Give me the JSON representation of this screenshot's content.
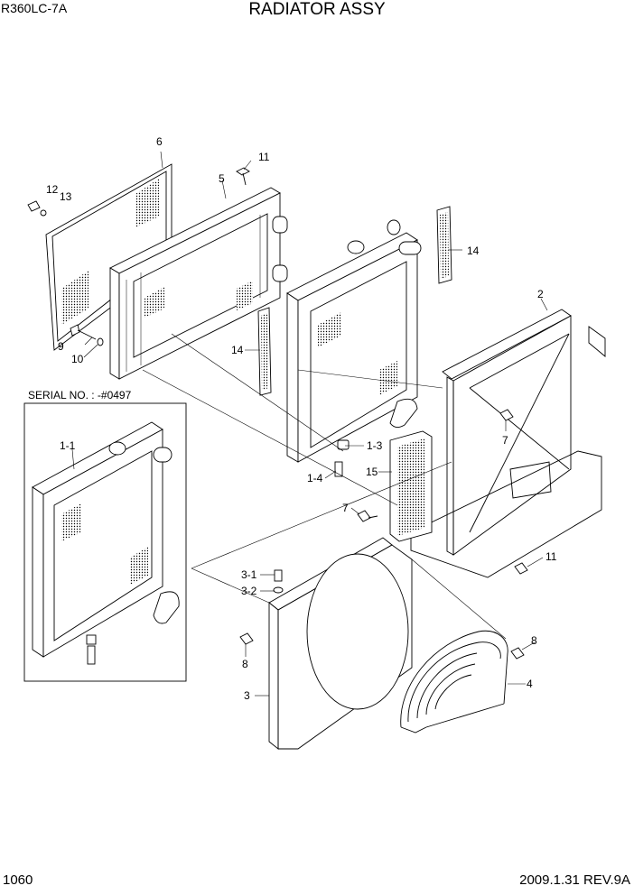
{
  "header": {
    "model": "R360LC-7A",
    "title": "RADIATOR ASSY"
  },
  "footer": {
    "page_number": "1060",
    "revision": "2009.1.31  REV.9A"
  },
  "inset": {
    "serial_note": "SERIAL NO. : -#0497"
  },
  "callouts": {
    "p6": "6",
    "p11a": "11",
    "p5": "5",
    "p12": "12",
    "p13": "13",
    "p14a": "14",
    "p14b": "14",
    "p2": "2",
    "p9": "9",
    "p10": "10",
    "p1_1": "1-1",
    "p1_3": "1-3",
    "p1_4": "1-4",
    "p7a": "7",
    "p7b": "7",
    "p15": "15",
    "p11b": "11",
    "p3_1": "3-1",
    "p3_2": "3-2",
    "p8a": "8",
    "p8b": "8",
    "p3": "3",
    "p4": "4"
  }
}
